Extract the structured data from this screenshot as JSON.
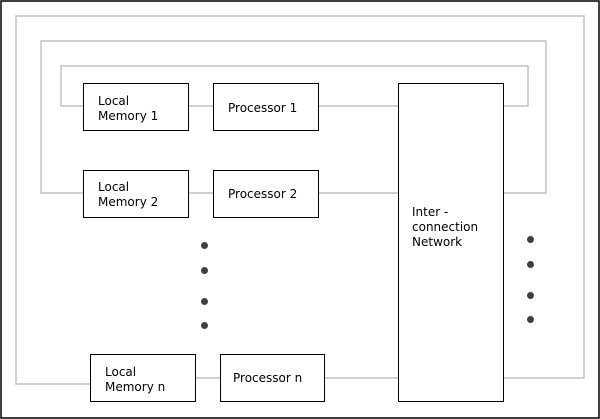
{
  "diagram": {
    "colors": {
      "frame": "#000000",
      "wire": "#b4b4b4",
      "dot": "#404040"
    },
    "nodes": {
      "local_memory_1": "Local\nMemory 1",
      "processor_1": "Processor 1",
      "local_memory_2": "Local\nMemory 2",
      "processor_2": "Processor 2",
      "local_memory_n": "Local\nMemory n",
      "processor_n": "Processor n",
      "network": "Inter -\nconnection\nNetwork"
    }
  }
}
